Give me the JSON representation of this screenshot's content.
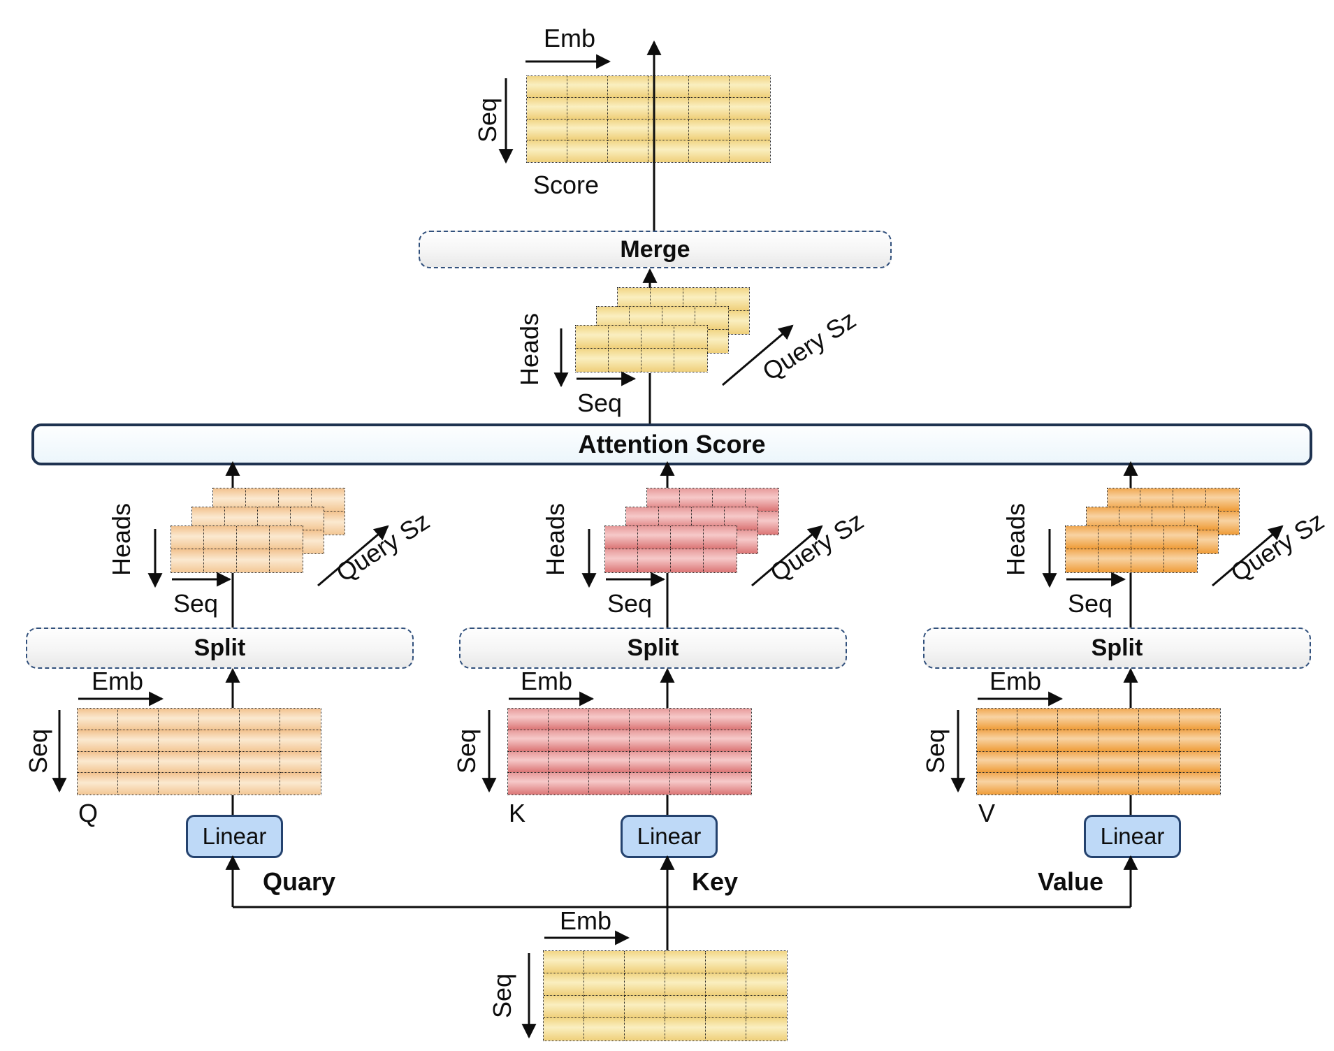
{
  "diagram": {
    "axis_labels": {
      "emb": "Emb",
      "seq": "Seq",
      "heads": "Heads",
      "query_size": "Query Sz"
    },
    "nodes": {
      "merge": "Merge",
      "attention_score": "Attention Score",
      "split": "Split",
      "linear": "Linear"
    },
    "matrix_labels": {
      "score": "Score",
      "q": "Q",
      "k": "K",
      "v": "V"
    },
    "branch_labels": {
      "query": "Quary",
      "key": "Key",
      "value": "Value"
    },
    "matrix_dims": {
      "rows": 4,
      "cols": 6,
      "stack_rows": 2,
      "stack_cols": 4,
      "stack_layers": 3
    },
    "colors": {
      "yellow_cell": "#F2D685",
      "peach_cell": "#F5CB9C",
      "red_cell": "#E39090",
      "orange_cell": "#F2A94F",
      "linear_fill": "#BED9F7",
      "linear_border": "#24426E",
      "process_box_border": "#31507C",
      "attention_bar_border": "#1E3250",
      "attention_bar_fill": "#EFF8FC"
    }
  }
}
